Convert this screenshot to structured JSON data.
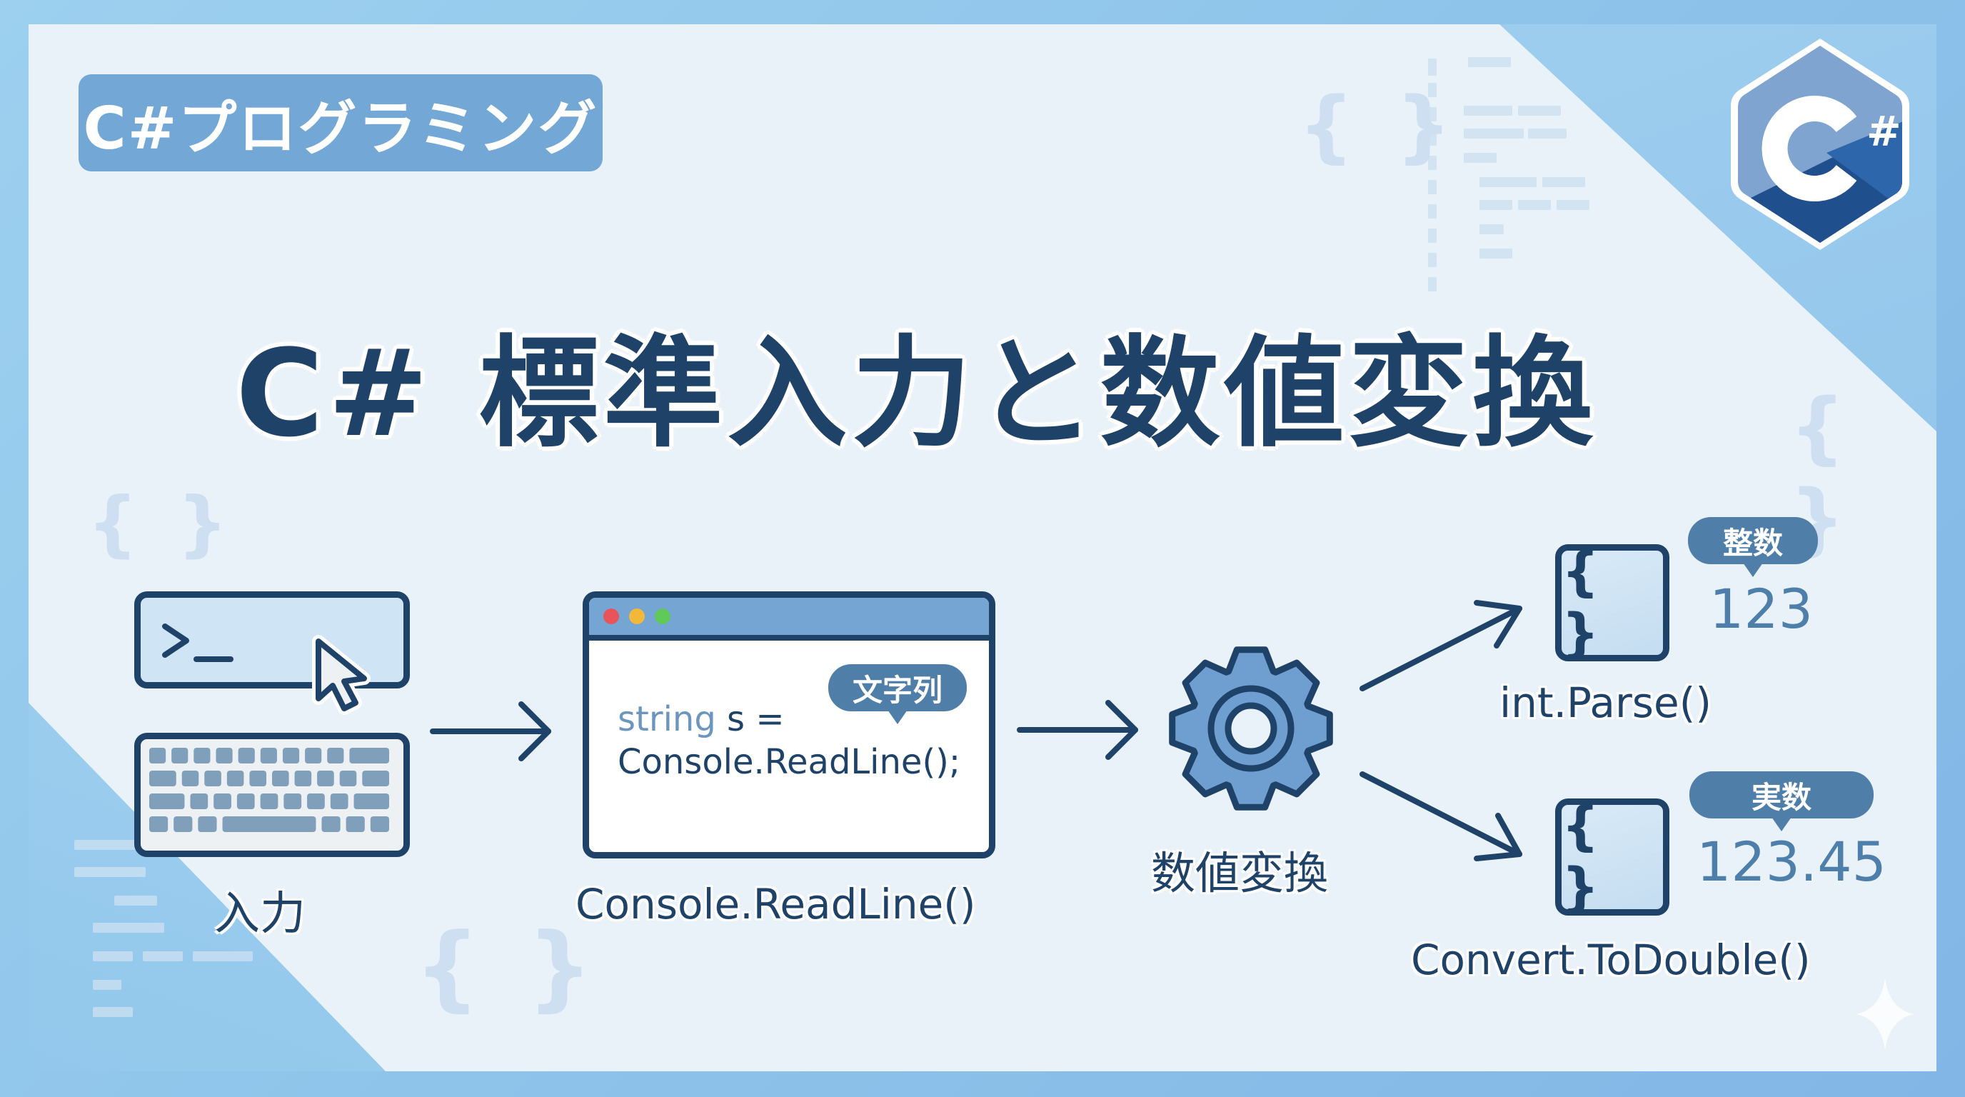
{
  "badge": {
    "label": "C#プログラミング"
  },
  "title": "C# 標準入力と数値変換",
  "logo": {
    "symbol": "C#",
    "hash": "#"
  },
  "steps": {
    "input": {
      "label": "入力",
      "terminal_prompt": ">_",
      "icons": [
        "terminal-icon",
        "cursor-icon",
        "keyboard-icon"
      ]
    },
    "readline": {
      "label": "Console.ReadLine()",
      "code_keyword": "string",
      "code_rest_line1": " s =",
      "code_line2": "Console.ReadLine();",
      "bubble": "文字列"
    },
    "convert": {
      "label": "数値変換",
      "icon": "gear-icon"
    },
    "outputs": [
      {
        "method": "int.Parse()",
        "bubble": "整数",
        "value": "123",
        "icon": "braces-icon"
      },
      {
        "method": "Convert.ToDouble()",
        "bubble": "実数",
        "value": "123.45",
        "icon": "braces-icon"
      }
    ]
  },
  "decor": {
    "brace": "{ }"
  },
  "colors": {
    "navy": "#1e4268",
    "accent": "#72a7d6",
    "bubble": "#4f7ea9",
    "panel": "#eaf2f9",
    "dot_red": "#e9545a",
    "dot_yellow": "#f2b83a",
    "dot_green": "#5fc95a"
  }
}
